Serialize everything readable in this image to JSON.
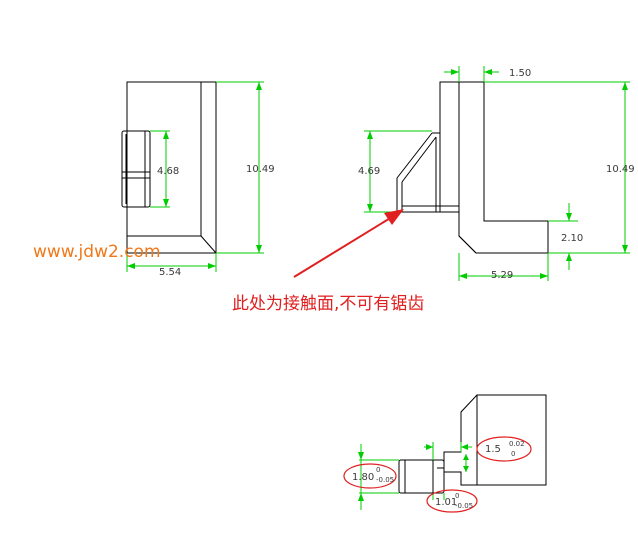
{
  "watermark": "www.jdw2.com",
  "note": "此处为接触面,不可有锯齿",
  "view1": {
    "dims": {
      "height": "10.49",
      "slot": "4.68",
      "width": "5.54"
    }
  },
  "view2": {
    "dims": {
      "top": "1.50",
      "height": "10.49",
      "slot": "4.69",
      "step": "2.10",
      "width": "5.29"
    }
  },
  "view3": {
    "tol1": {
      "nominal": "1.80",
      "upper": "0",
      "lower": "-0.05"
    },
    "tol2": {
      "nominal": "1.5",
      "upper": "0.02",
      "lower": "0"
    },
    "tol3": {
      "nominal": "1.01",
      "upper": "0",
      "lower": "-0.05"
    }
  },
  "colors": {
    "dimension": "#00cc00",
    "outline": "#000000",
    "annotation": "#e02020",
    "watermark": "#f07818"
  }
}
